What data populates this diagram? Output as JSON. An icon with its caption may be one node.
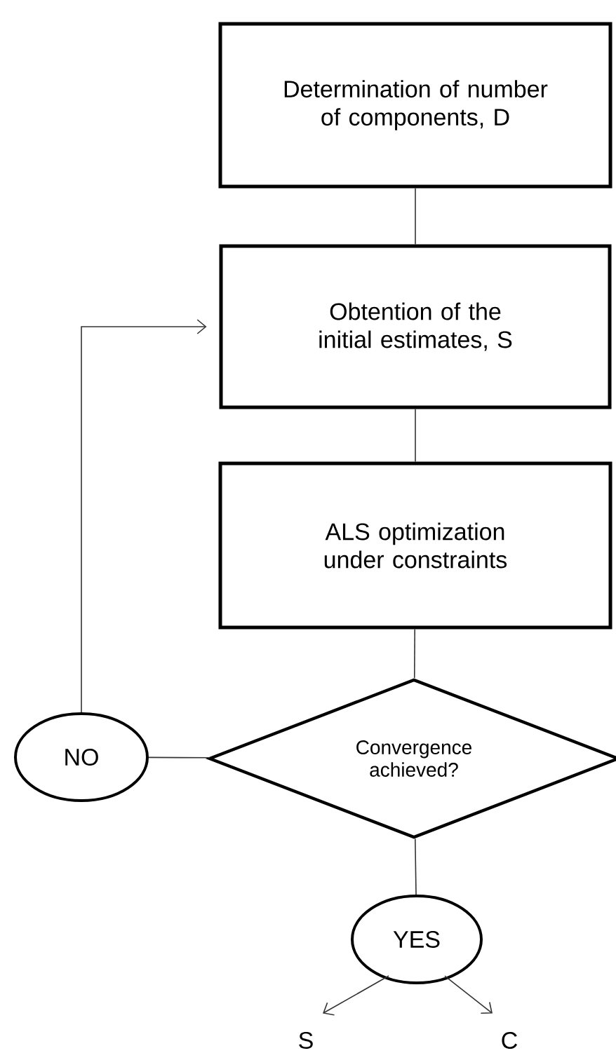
{
  "diagram": {
    "nodes": [
      {
        "text": [
          "Determination of number of components, D"
        ]
      },
      {
        "text": [
          "Obtention of the initial estimates, S"
        ]
      },
      {
        "text": [
          "ALS optimization under constraints"
        ]
      },
      {
        "text": [
          "Convergence achieved?"
        ]
      },
      {
        "text": [
          "NO"
        ]
      },
      {
        "text": [
          "YES"
        ]
      },
      {
        "text": [
          "S"
        ]
      },
      {
        "text": [
          "C"
        ]
      }
    ],
    "edges": [
      {
        "from": 0,
        "to": 1,
        "arrow": "none"
      },
      {
        "from": 1,
        "to": 2,
        "arrow": "none"
      },
      {
        "from": 2,
        "to": 3,
        "arrow": "none"
      },
      {
        "from": 3,
        "to": 4,
        "arrow": "none"
      },
      {
        "from": 4,
        "to": 1,
        "arrow": "to"
      },
      {
        "from": 3,
        "to": 5,
        "arrow": "none"
      },
      {
        "from": 5,
        "to": 6,
        "arrow": "to"
      },
      {
        "from": 5,
        "to": 7,
        "arrow": "to"
      }
    ]
  }
}
